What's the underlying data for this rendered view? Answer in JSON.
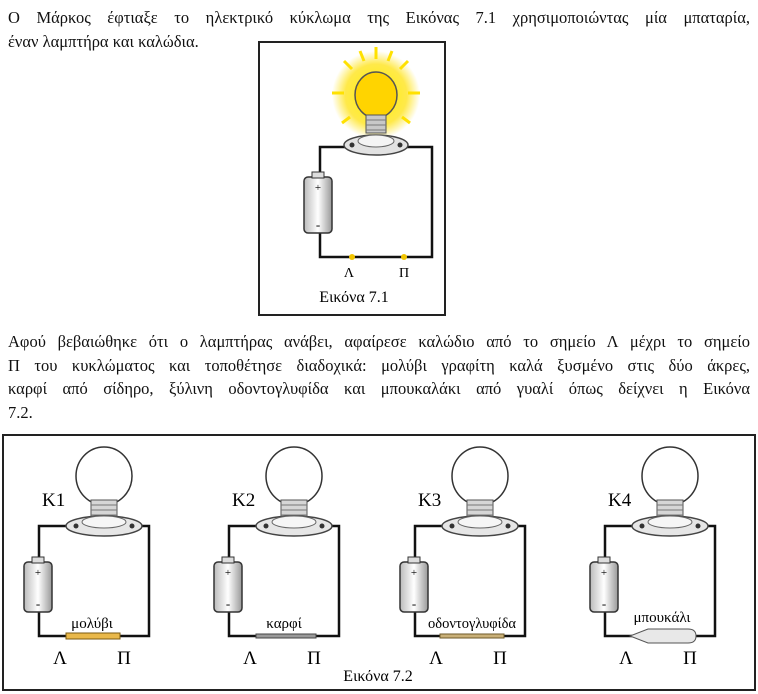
{
  "intro": {
    "line1": "Ο Μάρκος έφτιαξε το ηλεκτρικό κύκλωμα της Εικόνας 7.1 χρησιμοποιώντας μία μπαταρία,",
    "line2": "έναν λαμπτήρα και καλώδια."
  },
  "figure1": {
    "caption": "Εικόνα 7.1",
    "point_left": "Λ",
    "point_right": "Π"
  },
  "body": {
    "line1": "Αφού βεβαιώθηκε ότι ο λαμπτήρας ανάβει, αφαίρεσε καλώδιο από το σημείο Λ μέχρι το σημείο",
    "line2": "Π του κυκλώματος και τοποθέτησε διαδοχικά: μολύβι γραφίτη καλά ξυσμένο στις δύο άκρες,",
    "line3": "καρφί από σίδηρο, ξύλινη οδοντογλυφίδα και μπουκαλάκι από γυαλί όπως δείχνει η Εικόνα",
    "line4": "7.2."
  },
  "figure2": {
    "caption": "Εικόνα 7.2",
    "circuits": [
      {
        "id": "Κ1",
        "object": "μολύβι",
        "left": "Λ",
        "right": "Π"
      },
      {
        "id": "Κ2",
        "object": "καρφί",
        "left": "Λ",
        "right": "Π"
      },
      {
        "id": "Κ3",
        "object": "οδοντογλυφίδα",
        "left": "Λ",
        "right": "Π"
      },
      {
        "id": "Κ4",
        "object": "μπουκάλι",
        "left": "Λ",
        "right": "Π"
      }
    ]
  }
}
